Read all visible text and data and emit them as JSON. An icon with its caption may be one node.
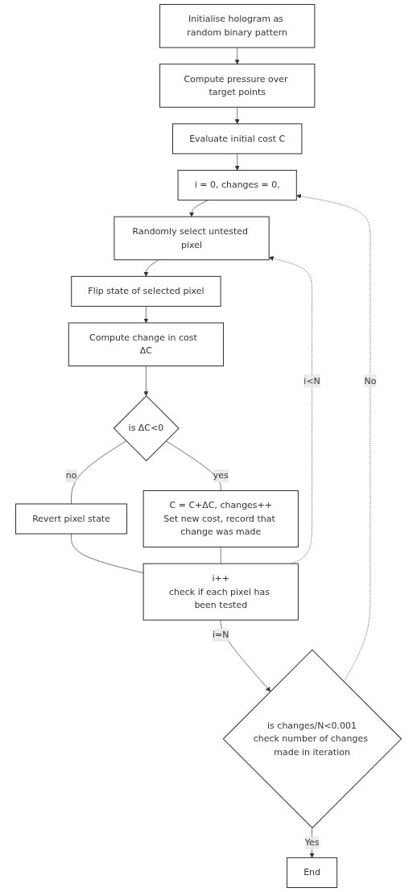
{
  "diagram": {
    "nodes": [
      {
        "text": [
          "Initialise hologram as random binary pattern"
        ]
      },
      {
        "text": [
          "Compute pressure over target points"
        ]
      },
      {
        "text": [
          "Evaluate initial cost C"
        ]
      },
      {
        "text": [
          "i = 0, changes = 0,"
        ]
      },
      {
        "text": [
          "Randomly select untested pixel"
        ]
      },
      {
        "text": [
          "Flip state of selected pixel"
        ]
      },
      {
        "text": [
          "Compute change in cost  ΔC"
        ]
      },
      {
        "text": [
          "is ΔC<0"
        ]
      },
      {
        "text": [
          "Revert pixel state"
        ]
      },
      {
        "text": [
          "C = C+ΔC, changes++",
          "Set new cost, record that change was made"
        ]
      },
      {
        "text": [
          "i++",
          "check if each pixel has been tested"
        ]
      },
      {
        "text": [
          "is changes/N<0.001",
          "check number of changes made in iteration"
        ]
      },
      {
        "text": [
          "End"
        ]
      }
    ],
    "edges": [
      {
        "from": 0,
        "to": 1,
        "arrow": "to"
      },
      {
        "from": 1,
        "to": 2,
        "arrow": "to"
      },
      {
        "from": 2,
        "to": 3,
        "arrow": "to"
      },
      {
        "from": 3,
        "to": 4,
        "arrow": "to"
      },
      {
        "from": 4,
        "to": 5,
        "arrow": "to"
      },
      {
        "from": 5,
        "to": 6,
        "arrow": "to"
      },
      {
        "from": 6,
        "to": 7,
        "arrow": "to"
      },
      {
        "from": 7,
        "to": 8,
        "label": "no",
        "arrow": "none"
      },
      {
        "from": 7,
        "to": 9,
        "label": "yes",
        "arrow": "none"
      },
      {
        "from": 8,
        "to": 10,
        "arrow": "none"
      },
      {
        "from": 9,
        "to": 10,
        "arrow": "none"
      },
      {
        "from": 10,
        "to": 4,
        "label": "i<N",
        "arrow": "to",
        "style": "dashed"
      },
      {
        "from": 10,
        "to": 11,
        "label": "i=N",
        "arrow": "to"
      },
      {
        "from": 11,
        "to": 3,
        "label": "No",
        "arrow": "to",
        "style": "dashed"
      },
      {
        "from": 11,
        "to": 12,
        "label": "Yes",
        "arrow": "to"
      }
    ]
  }
}
